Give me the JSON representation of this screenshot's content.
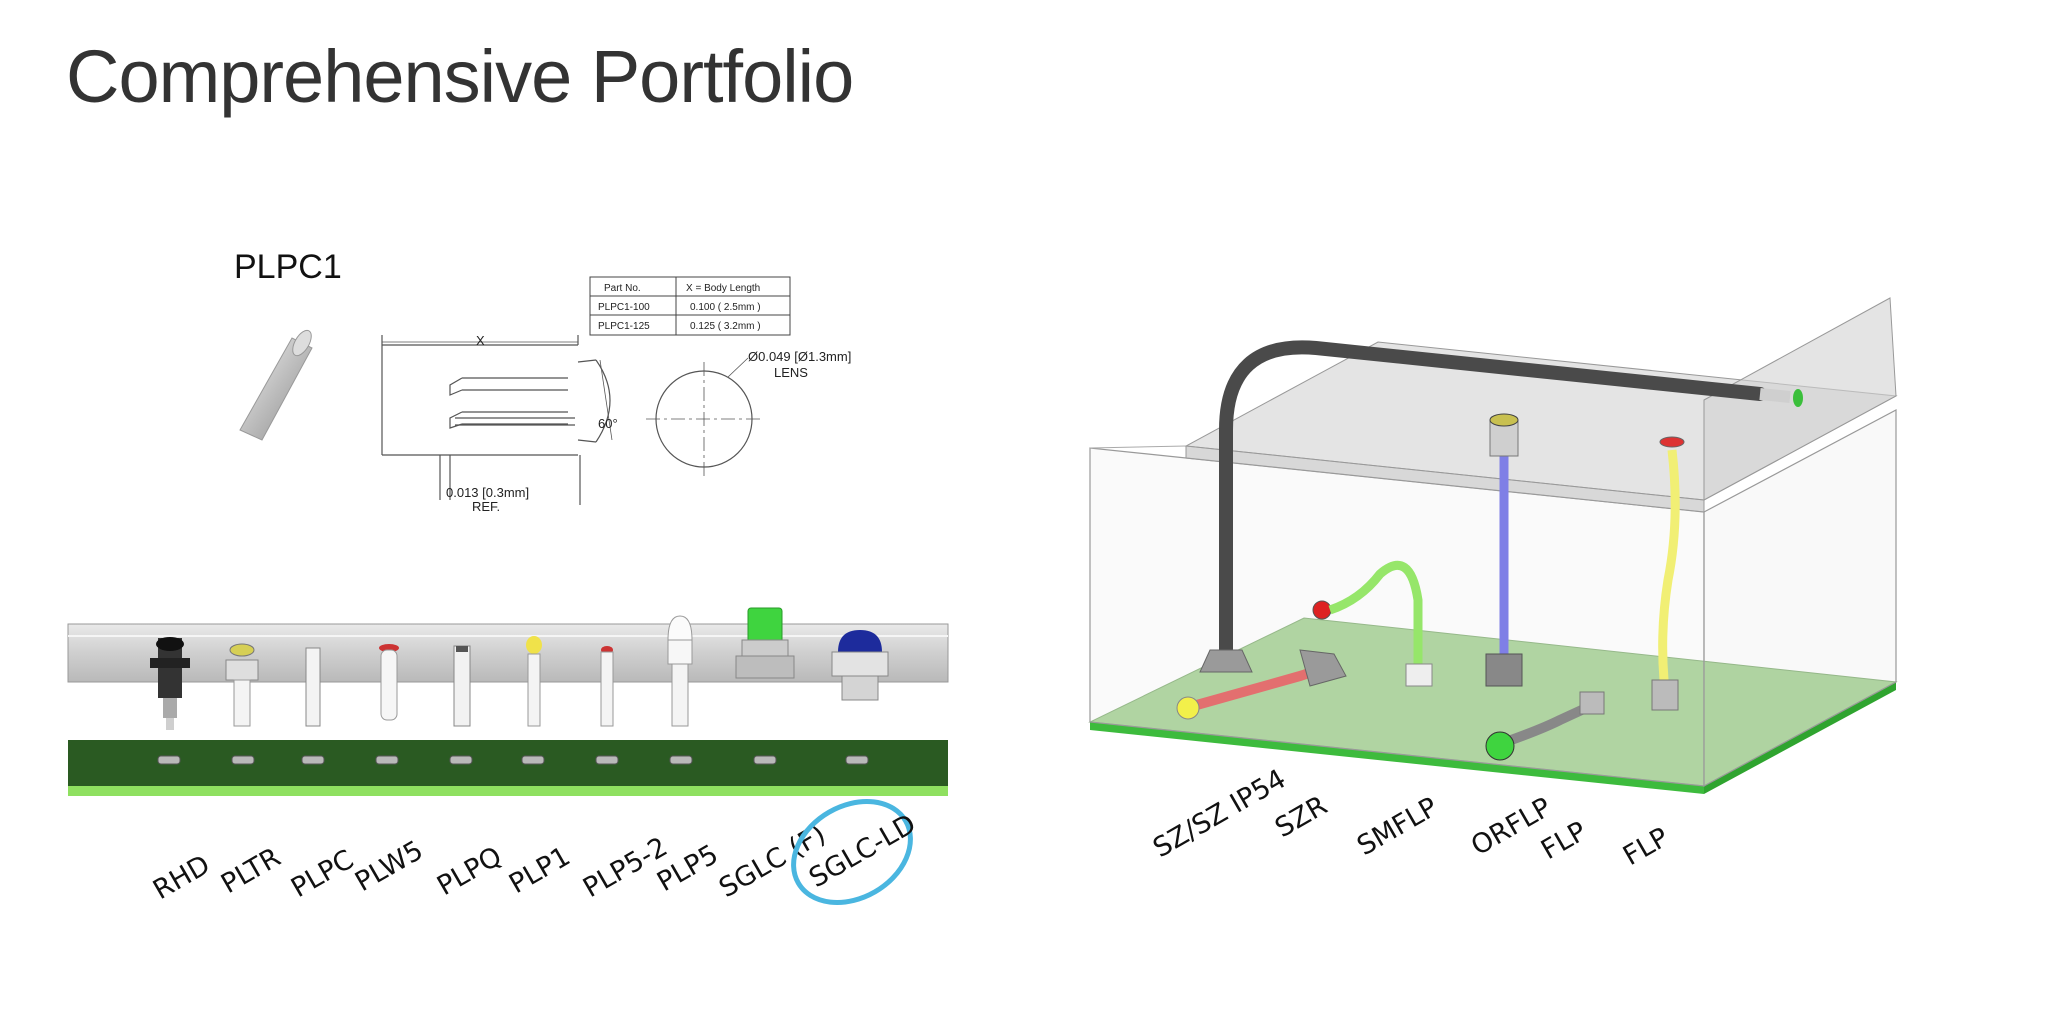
{
  "title": "Comprehensive Portfolio",
  "detail": {
    "part_name": "PLPC1",
    "table": {
      "headers": [
        "Part No.",
        "X = Body Length"
      ],
      "rows": [
        [
          "PLPC1-100",
          "0.100 ( 2.5mm )"
        ],
        [
          "PLPC1-125",
          "0.125 ( 3.2mm )"
        ]
      ]
    },
    "dim_x": "X",
    "dim_angle": "60°",
    "dim_lens": "Ø0.049 [Ø1.3mm]",
    "dim_lens_label": "LENS",
    "dim_wall": "0.013 [0.3mm]",
    "dim_wall_ref": "REF."
  },
  "panel_labels": [
    "RHD",
    "PLTR",
    "PLPC",
    "PLW5",
    "PLPQ",
    "PLP1",
    "PLP5-2",
    "PLP5",
    "SGLC (F)",
    "SGLC-LD"
  ],
  "highlighted_label": "SGLC-LD",
  "enclosure_labels": [
    "SZ/SZ IP54",
    "SZR",
    "SMFLP",
    "ORFLP",
    "FLP",
    "FLP"
  ],
  "colors": {
    "pcb_dark": "#2a5a22",
    "pcb_light": "#8fe060",
    "highlight": "#4ab6e0",
    "board_green": "#9ccc8a"
  }
}
